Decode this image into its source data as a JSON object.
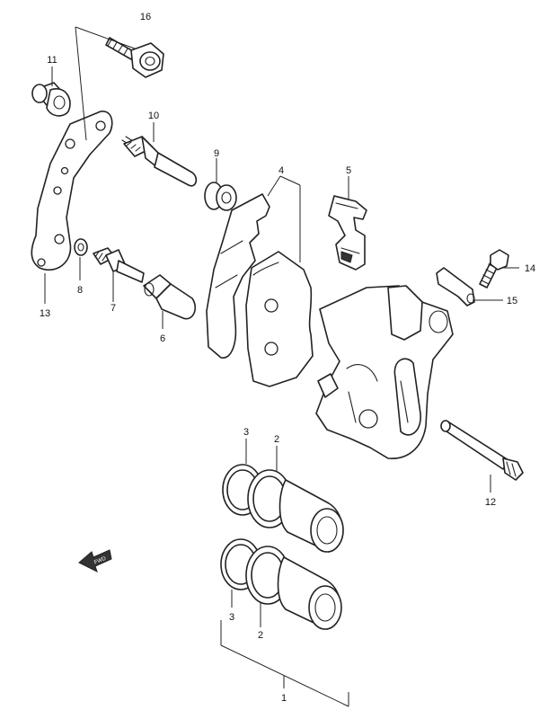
{
  "diagram": {
    "callouts": {
      "p1": "1",
      "p2a": "2",
      "p2b": "2",
      "p3a": "3",
      "p3b": "3",
      "p4": "4",
      "p5": "5",
      "p6": "6",
      "p7": "7",
      "p8": "8",
      "p9": "9",
      "p10": "10",
      "p11": "11",
      "p12": "12",
      "p13": "13",
      "p14": "14",
      "p15": "15",
      "p16": "16"
    },
    "direction_marker": "FWD"
  }
}
